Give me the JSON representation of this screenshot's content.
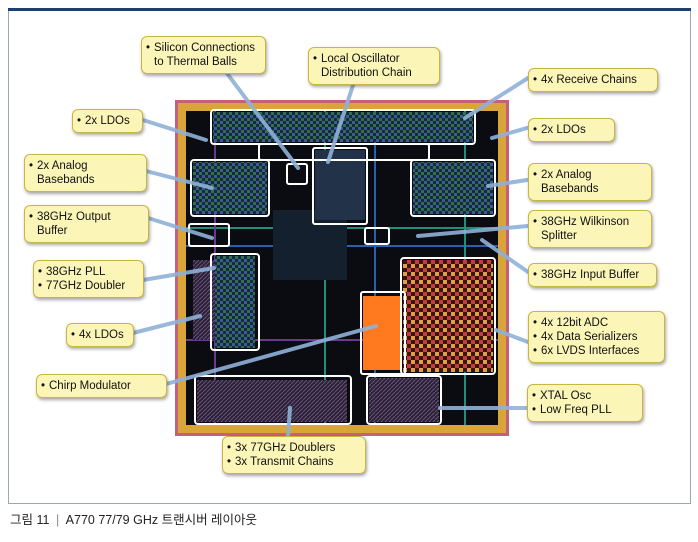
{
  "callouts": {
    "silicon": [
      "Silicon Connections",
      "to Thermal Balls"
    ],
    "lo": [
      "Local Oscillator",
      "Distribution Chain"
    ],
    "rx": [
      "4x Receive Chains"
    ],
    "ldo_left": [
      "2x LDOs"
    ],
    "ldo_right": [
      "2x LDOs"
    ],
    "bb_left": [
      "2x Analog",
      "Basebands"
    ],
    "bb_right": [
      "2x Analog",
      "Basebands"
    ],
    "out_buf": [
      "38GHz Output",
      "Buffer"
    ],
    "wilkinson": [
      "38GHz Wilkinson",
      "Splitter"
    ],
    "pll": [
      "38GHz PLL",
      "77GHz Doubler"
    ],
    "in_buf": [
      "38GHz Input Buffer"
    ],
    "ldo4": [
      "4x LDOs"
    ],
    "adc": [
      "4x 12bit ADC",
      "4x Data Serializers",
      "6x LVDS Interfaces"
    ],
    "chirp": [
      "Chirp Modulator"
    ],
    "xtal": [
      "XTAL Osc",
      "Low Freq  PLL"
    ],
    "tx": [
      "3x 77GHz Doublers",
      "3x Transmit Chains"
    ]
  },
  "caption": {
    "figure_no": "그림 11",
    "separator": "|",
    "text": "A770 77/79 GHz 트랜시버 레이아웃"
  },
  "colors": {
    "callout_fill": "#fbf5b8",
    "callout_border": "#c9b640",
    "leader_line": "#8fb1d8",
    "die_background": "#0b0b12",
    "die_border": "#c4607a",
    "pad_ring": "#d9a43a",
    "block_outline": "#ffffff",
    "panel_top_bar": "#1c3f73"
  }
}
